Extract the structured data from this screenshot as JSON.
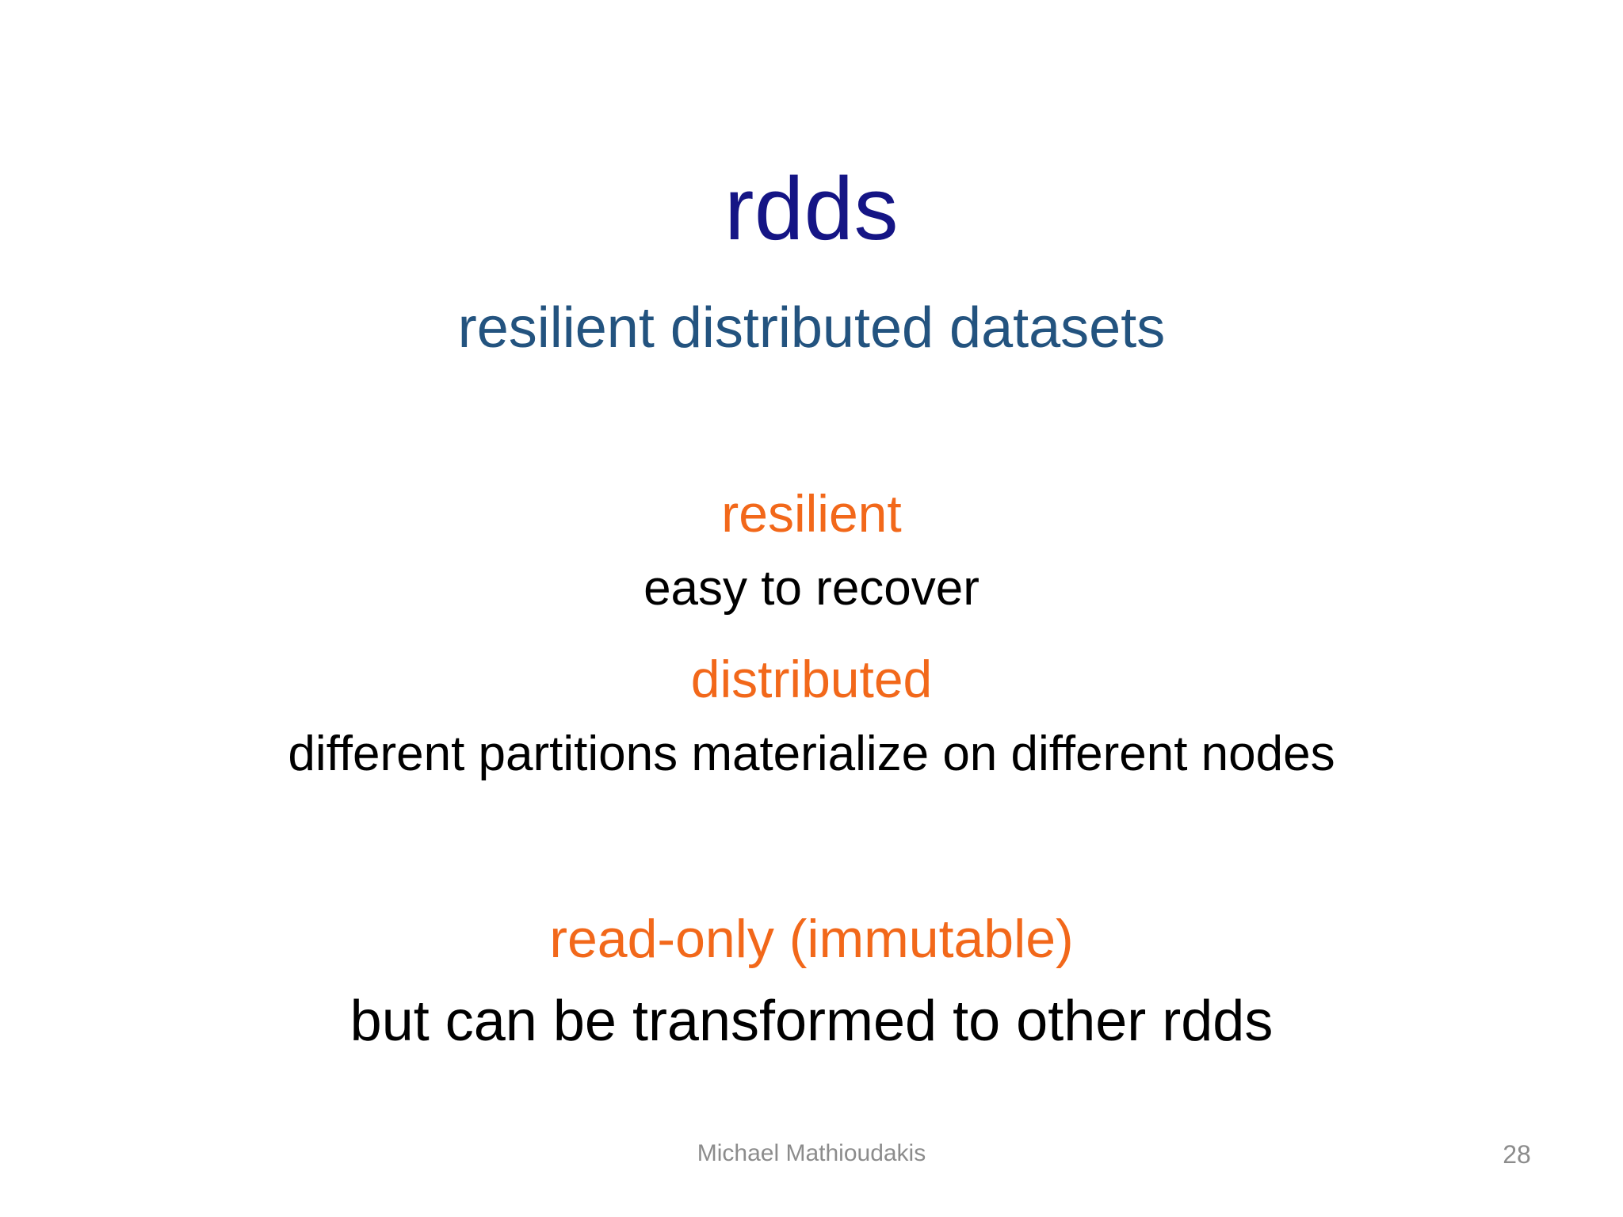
{
  "slide": {
    "title": "rdds",
    "subtitle": "resilient distributed datasets",
    "background_color": "#FFFFFF",
    "title_color": "#151585",
    "subtitle_color": "#23537F",
    "term_color": "#F2681A",
    "gloss_color": "#000000",
    "footer_color": "#8C8C8C"
  },
  "blocks": [
    {
      "term": "resilient",
      "gloss": "easy to recover"
    },
    {
      "term": "distributed",
      "gloss": "different partitions materialize on different nodes"
    },
    {
      "term": "read-only (immutable)",
      "gloss": "but can be transformed to other rdds"
    }
  ],
  "footer": {
    "author": "Michael Mathioudakis",
    "page_number": "28"
  }
}
